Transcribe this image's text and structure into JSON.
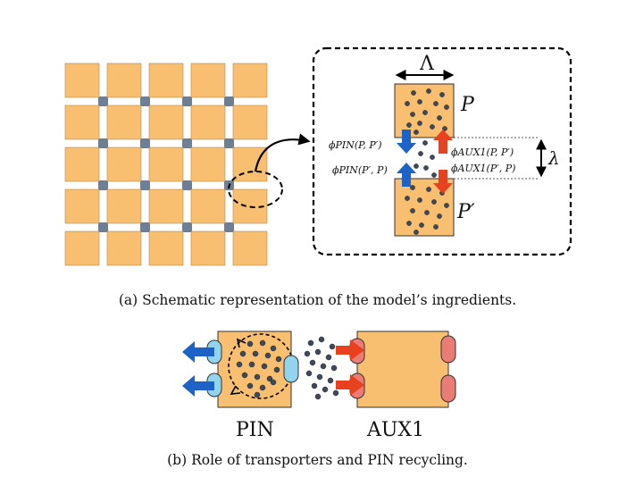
{
  "captions": {
    "a": "(a) Schematic representation of the model’s ingredients.",
    "b": "(b) Role of transporters and PIN recycling."
  },
  "labels": {
    "width_symbol": "Λ",
    "gap_symbol": "λ",
    "cell_top": "P",
    "cell_bottom": "P′",
    "flux_pin_top": "ϕPIN(P, P′)",
    "flux_pin_bottom": "ϕPIN(P′, P)",
    "flux_aux_top": "ϕAUX1(P, P′)",
    "flux_aux_bottom": "ϕAUX1(P′, P)",
    "pin": "PIN",
    "aux": "AUX1"
  },
  "colors": {
    "cell": "#f8bf70",
    "junction": "#6e7f95",
    "pin_arrow": "#1d62c7",
    "aux_arrow": "#e8411f",
    "pin_transporter": "#92d4ee",
    "aux_transporter": "#e97c75",
    "auxin": "#3e4a59"
  },
  "icons": {
    "callout": "curved-arrow-icon",
    "pin_arrow": "blue-arrow-icon",
    "aux_arrow": "red-arrow-icon"
  }
}
